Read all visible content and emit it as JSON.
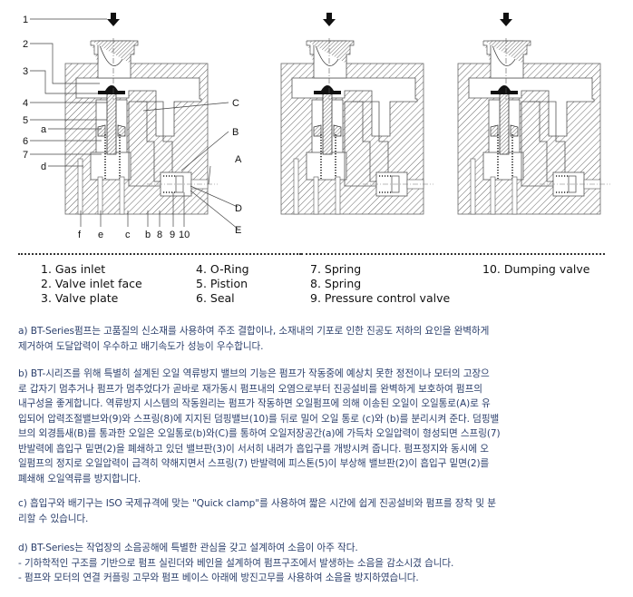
{
  "diagram": {
    "callouts_left": [
      "1",
      "2",
      "3",
      "4",
      "5",
      "a",
      "6",
      "7",
      "d"
    ],
    "callouts_right": [
      "C",
      "B",
      "A",
      "D",
      "E"
    ],
    "callouts_bottom": [
      "f",
      "e",
      "c",
      "b",
      "8",
      "9",
      "10"
    ],
    "panel_count": 3,
    "arrow_icon": "down-arrow"
  },
  "legend": {
    "col1": [
      "1. Gas inlet",
      "2. Valve inlet face",
      "3. Valve plate"
    ],
    "col2": [
      "4. O-Ring",
      "5. Pistion",
      "6. Seal"
    ],
    "col3": [
      "7. Spring",
      "8. Spring",
      "9. Pressure control valve"
    ],
    "col4": [
      "10. Dumping valve"
    ]
  },
  "paragraphs": {
    "a": [
      "a) BT-Series펌프는 고품질의 신소재를 사용하여 주조 결합이나, 소재내의 기포로 인한 진공도 저하의 요인을 완벽하게",
      "제거하여 도달압력이 우수하고 배기속도가 성능이 우수합니다."
    ],
    "b": [
      "b) BT-시리즈를 위해 특별히 설계된 오일 역류방지 밸브의 기능은 펌프가 작동중에 예상치 못한 정전이나 모터의 고장으",
      "로 갑자기 멈추거나 펌프가 멈추었다가 곧바로 재가동시 펌프내의 오염으로부터 진공설비를 완벽하게 보호하여 펌프의",
      "내구성을 좋게합니다. 역류방지 시스템의 작동원리는 펌프가 작동하면 오일펌프에 의해 이송된 오일이 오일통로(A)로 유",
      "입되어 압력조절밸브와(9)와 스프링(8)에 지지된 덤핑밸브(10)를 뒤로 밀어 오일 통로 (c)와 (b)를 분리시켜 준다. 덤핑밸",
      "브의 외경틈새(B)를 통과한 오일은 오일통로(b)와(C)를 통하여 오일저장공간(a)에 가득차 오일압력이 형성되면 스프링(7)",
      "반발력에 흡입구 밑면(2)을 폐쇄하고 있던 밸브판(3)이 서서히 내려가 흡입구를 개방시켜 줍니다. 펌프정지와 동시에 오",
      "일펌프의 정지로 오일압력이 급격히 약해지면서 스프링(7) 반발력에 피스톤(5)이 부상해 밸브판(2)이 흡입구 밑면(2)를",
      "폐쇄해 오일역류를 방지합니다."
    ],
    "c": [
      "c) 흡입구와 배기구는 ISO 국제규격에 맞는 \"Quick clamp\"를 사용하여 짧은 시간에 쉽게 진공설비와 펌프를 장착 및 분",
      "리할 수 있습니다."
    ],
    "d": [
      "d) BT-Series는 작업장의 소음공해에 특별한 관심을 갖고 설계하여 소음이 아주 작다.",
      "- 기하학적인 구조를 기반으로 펌프 실린더와 베인을 설계하여 펌프구조에서 발생하는 소음을 감소시겼 습니다.",
      "- 펌프와 모터의 연결 커플링 고무와 펌프 베이스 아래에 방진고무를 사용하여 소음을 방지하였습니다."
    ]
  },
  "colors": {
    "paragraph_text": "#2b3f6b",
    "legend_text": "#111111",
    "line": "#333333"
  }
}
